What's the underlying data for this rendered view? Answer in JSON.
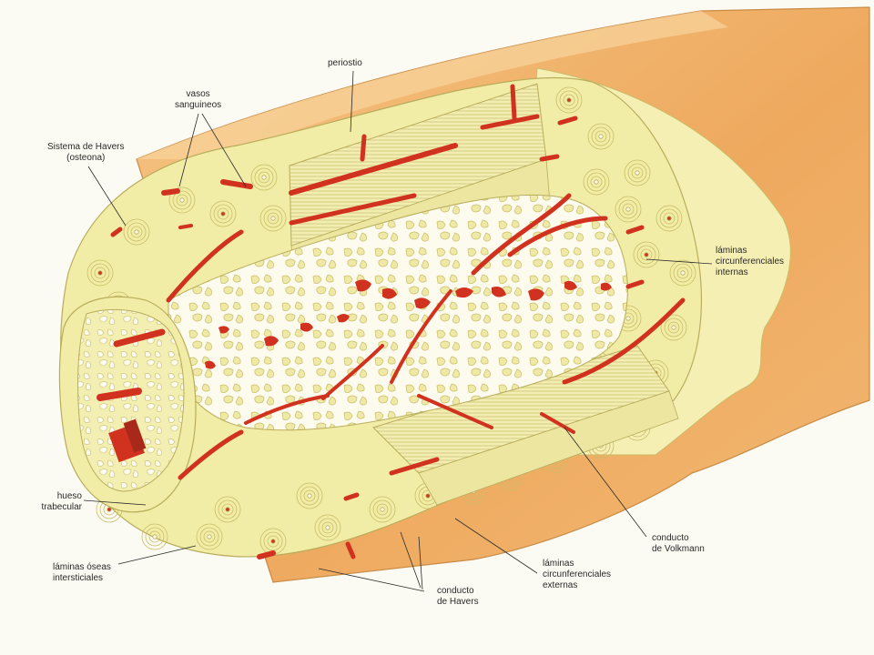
{
  "colors": {
    "bone_orange": "#eea95e",
    "bone_orange_light": "#f7cc8c",
    "compact_cream": "#f1eca6",
    "osteon_ring": "#c9bd66",
    "marrow_bg": "#fcfbee",
    "vessel_red": "#d1311f",
    "label_ink": "#2a2a2a"
  },
  "labels": {
    "periostio": "periostio",
    "vasos": [
      "vasos",
      "sanguineos"
    ],
    "havers_system": [
      "Sistema de Havers",
      "(osteona)"
    ],
    "laminas_internas": [
      "láminas",
      "circunferenciales",
      "internas"
    ],
    "hueso_trabecular": [
      "hueso",
      "trabecular"
    ],
    "laminas_intersticiales": [
      "láminas óseas",
      "intersticiales"
    ],
    "conducto_havers": [
      "conducto",
      "de Havers"
    ],
    "laminas_externas": [
      "láminas",
      "circunferenciales",
      "externas"
    ],
    "conducto_volkmann": [
      "conducto",
      "de Volkmann"
    ]
  }
}
